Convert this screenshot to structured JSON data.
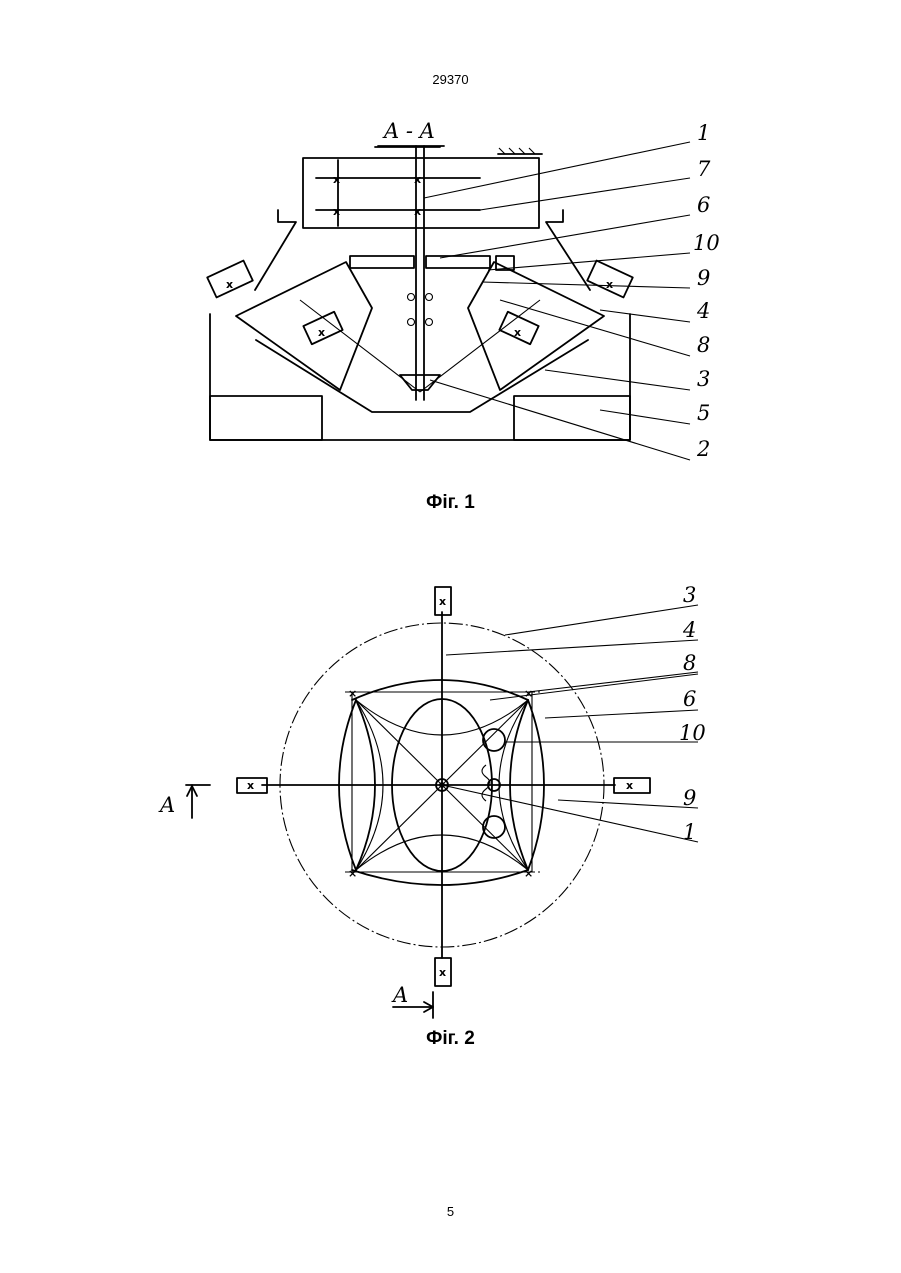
{
  "header": {
    "doc_number": "29370"
  },
  "figure1": {
    "caption": "Фіг. 1",
    "section_label": "A - A",
    "callouts": [
      "1",
      "7",
      "6",
      "10",
      "9",
      "4",
      "8",
      "3",
      "5",
      "2"
    ]
  },
  "figure2": {
    "caption": "Фіг. 2",
    "section_marks": [
      "A",
      "A"
    ],
    "callouts": [
      "3",
      "4",
      "8",
      "6",
      "10",
      "9",
      "1"
    ]
  },
  "footer": {
    "page_number": "5"
  }
}
